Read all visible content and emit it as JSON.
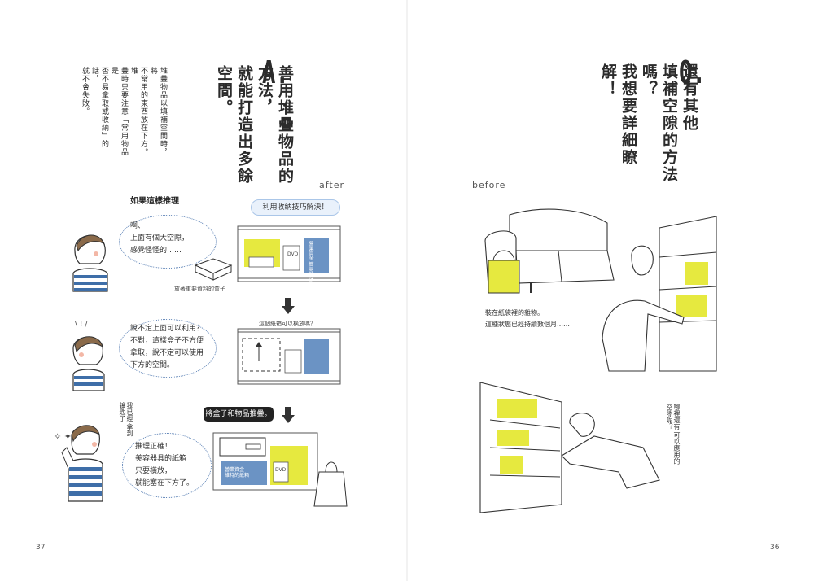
{
  "left_page": {
    "answer_mark": "A.",
    "headline": "善用堆疊物品的方法，\n就能打造出多餘空間。",
    "body": "堆疊物品以填補空間時，將\n不常用的東西放在下方。堆\n疊時只要注意「常用物品是\n否不易拿取或收納」的話，\n就不會失敗。",
    "after_label": "after",
    "reasoning_title": "如果這樣推理",
    "solve_pill": "利用收納技巧解決！",
    "bubble1": [
      "啊、",
      "上面有個大空隙，",
      "感覺怪怪的……"
    ],
    "box_caption": "放著重要資料的盒子",
    "shelf_dvd": "DVD",
    "shelf_box_blue": "營業資金\n簡易的\n紙箱",
    "bubble2": [
      "說不定上面可以利用？",
      "不對，這樣盒子不方便",
      "拿取，說不定可以使用",
      "下方的空間。"
    ],
    "box_question": "這個紙箱可以橫放嗎？",
    "action_pill": "將盒子和物品推疊。",
    "bubble3": [
      "推理正確！",
      "美容器具的紙箱",
      "只要橫放，",
      "就能塞在下方了。"
    ],
    "hand_note": "我已經\n拿到鑰匙了",
    "shelf_box_blue2": "營業資金\n維持的紙箱",
    "page_number": "37"
  },
  "right_page": {
    "question_mark": "Q.",
    "headline": "還有其他\n填補空隙的方法嗎？\n我想要詳細瞭解！",
    "before_label": "before",
    "caption": "裝在紙袋裡的雜物。\n這種狀態已經持續數個月……",
    "hand_note": "哪裡還有\n可以應用的\n空隙呢？",
    "page_number": "36"
  },
  "colors": {
    "yellow": "#e6e93f",
    "blue": "#6b93c4",
    "stripe": "#3e6ea8",
    "skin": "#f7d9c4"
  }
}
